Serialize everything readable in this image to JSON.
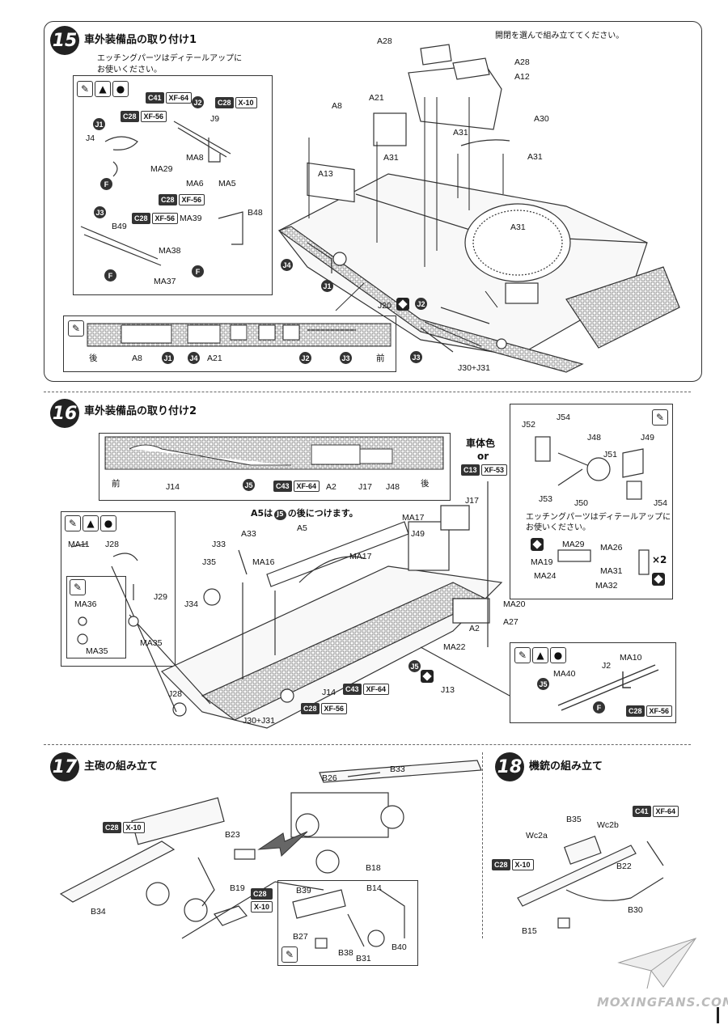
{
  "step15": {
    "num": "15",
    "title": "車外装備品の取り付け1",
    "etch_note": [
      "エッチングパーツはディテールアップに",
      "お使いください。"
    ],
    "select_note": "開閉を選んで組み立ててください。",
    "labels": [
      "J1",
      "J4",
      "J2",
      "J9",
      "MA8",
      "MA29",
      "MA6",
      "MA5",
      "J3",
      "B49",
      "MA39",
      "B48",
      "MA38",
      "MA37",
      "A8",
      "A13",
      "A21",
      "A31",
      "A28",
      "A28",
      "A12",
      "A30",
      "A31",
      "A31",
      "A31",
      "J4",
      "J1",
      "J20",
      "J2",
      "J3",
      "J30+J31"
    ],
    "inset": {
      "rear": "後",
      "front": "前",
      "parts": [
        "A8",
        "J1",
        "J4",
        "A21",
        "J2",
        "J3"
      ]
    }
  },
  "step16": {
    "num": "16",
    "title": "車外装備品の取り付け2",
    "body_color": "車体色",
    "or": "or",
    "a5_note": "A5は",
    "a5_note_circle": "J5",
    "a5_note_end": "の後につけます。",
    "etch_note": [
      "エッチングパーツはディテールアップに",
      "お使いください。"
    ],
    "times": "×2",
    "panel_labels": {
      "front": "前",
      "rear": "後",
      "parts": [
        "J14",
        "J5",
        "A2",
        "J17",
        "J48"
      ]
    },
    "labels": [
      "MA11",
      "J28",
      "J29",
      "MA36",
      "MA35",
      "MA35",
      "J33",
      "A33",
      "J35",
      "J34",
      "MA16",
      "A5",
      "MA17",
      "MA17",
      "J17",
      "J49",
      "MA20",
      "A27",
      "A2",
      "MA22",
      "J13",
      "J14",
      "J28",
      "J30+J31",
      "J5"
    ],
    "right_labels": [
      "J52",
      "J54",
      "J48",
      "J49",
      "J51",
      "J53",
      "J50",
      "J54",
      "MA29",
      "MA19",
      "MA24",
      "MA26",
      "MA31",
      "MA32"
    ],
    "bottom_labels": [
      "MA10",
      "J2",
      "MA40",
      "J5"
    ]
  },
  "step17": {
    "num": "17",
    "title": "主砲の組み立て",
    "labels": [
      "B26",
      "B33",
      "B18",
      "B34",
      "B23",
      "B19",
      "B39",
      "B14",
      "B27",
      "B38",
      "B31",
      "B40"
    ]
  },
  "step18": {
    "num": "18",
    "title": "機銃の組み立て",
    "labels": [
      "B35",
      "Wc2a",
      "Wc2b",
      "B22",
      "B30",
      "B15"
    ]
  },
  "colors": {
    "C41": "C41",
    "XF64": "XF-64",
    "C28": "C28",
    "X10": "X-10",
    "XF56": "XF-56",
    "C43": "C43",
    "C13": "C13",
    "XF53": "XF-53"
  },
  "circle_F": "F",
  "watermark": "MOXINGFANS.COM"
}
